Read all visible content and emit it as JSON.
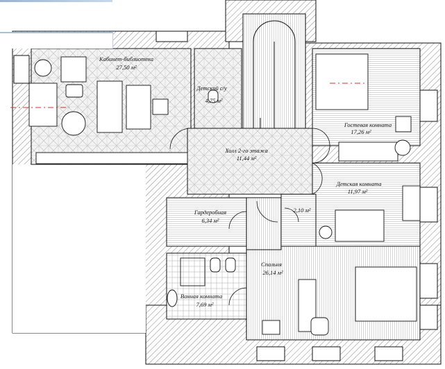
{
  "rooms": {
    "library": {
      "name": "Кабинет-библиотека",
      "area": "27,50 м²"
    },
    "kids_wc": {
      "name": "Детский с/у",
      "area": "4,75 м²"
    },
    "hall": {
      "name": "Холл 2-го этажа",
      "area": "11,44 м²"
    },
    "guest": {
      "name": "Гостевая комната",
      "area": "17,26 м²"
    },
    "kids_room": {
      "name": "Детская комната",
      "area": "11,97 м²"
    },
    "closet": {
      "area": "2,10 м²"
    },
    "wardrobe": {
      "name": "Гардеробная",
      "area": "6,34 м²"
    },
    "bedroom": {
      "name": "Спальня",
      "area": "26,14 м²"
    },
    "bathroom": {
      "name": "Ванная комната",
      "area": "7,69 м²"
    }
  },
  "colors": {
    "wall_hatch": "#555555",
    "axis_line": "#d03030",
    "line": "#111111"
  }
}
